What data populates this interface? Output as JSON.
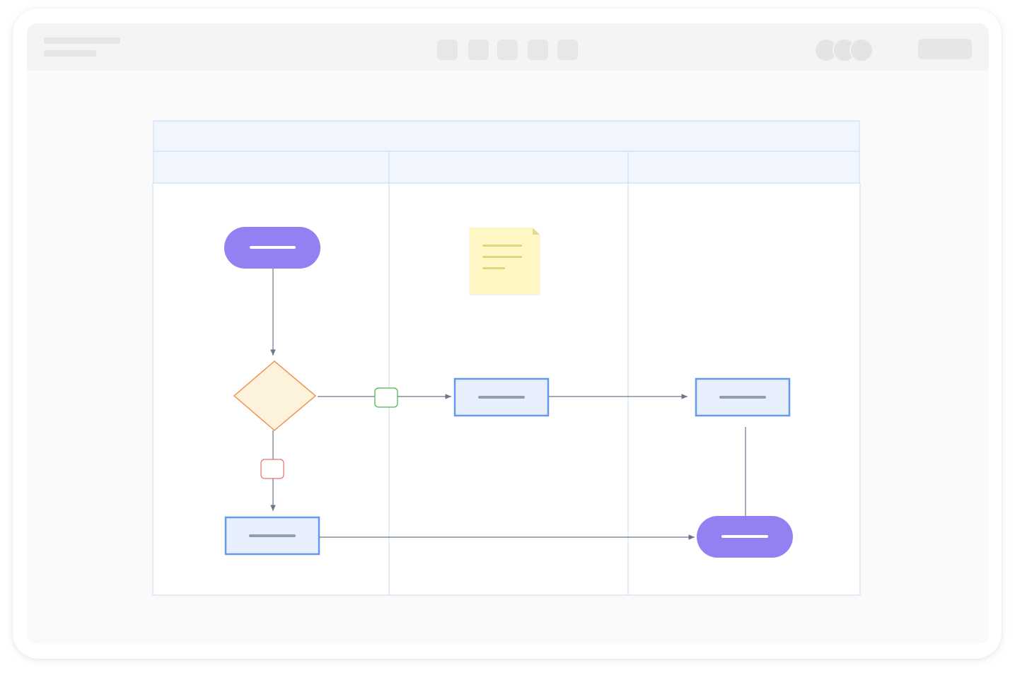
{
  "app": {
    "title": "",
    "subtitle": "",
    "toolbar": {
      "tools": [
        "tool-1",
        "tool-2",
        "tool-3",
        "tool-4",
        "tool-5"
      ],
      "collaborators": [
        "collaborator-1",
        "collaborator-2",
        "collaborator-3"
      ],
      "share_label": ""
    }
  },
  "diagram": {
    "type": "swimlane-flowchart",
    "pool_title": "",
    "lanes": [
      {
        "id": "lane-1",
        "label": ""
      },
      {
        "id": "lane-2",
        "label": ""
      },
      {
        "id": "lane-3",
        "label": ""
      }
    ],
    "nodes": [
      {
        "id": "start",
        "shape": "terminal",
        "lane": "lane-1",
        "label": ""
      },
      {
        "id": "decision",
        "shape": "diamond",
        "lane": "lane-1",
        "label": ""
      },
      {
        "id": "process-a",
        "shape": "process",
        "lane": "lane-2",
        "label": ""
      },
      {
        "id": "process-b",
        "shape": "process",
        "lane": "lane-3",
        "label": ""
      },
      {
        "id": "process-c",
        "shape": "process",
        "lane": "lane-1",
        "label": ""
      },
      {
        "id": "end",
        "shape": "terminal",
        "lane": "lane-3",
        "label": ""
      },
      {
        "id": "note",
        "shape": "sticky-note",
        "lane": "lane-2",
        "label": ""
      }
    ],
    "edges": [
      {
        "from": "start",
        "to": "decision",
        "label": ""
      },
      {
        "from": "decision",
        "to": "process-a",
        "label": "",
        "label_color": "#4caf50"
      },
      {
        "from": "decision",
        "to": "process-c",
        "label": "",
        "label_color": "#e57373"
      },
      {
        "from": "process-a",
        "to": "process-b",
        "label": ""
      },
      {
        "from": "process-b",
        "to": "end",
        "label": ""
      },
      {
        "from": "process-c",
        "to": "end",
        "label": ""
      }
    ],
    "colors": {
      "terminal": "#9281f2",
      "decision_fill": "#fdf2dc",
      "decision_stroke": "#ef9a5a",
      "process_fill": "#e8effc",
      "process_stroke": "#6699ee",
      "note_fill": "#fef6c3",
      "lane_header": "#f0f5fe",
      "lane_border": "#c9d9f5",
      "connector": "#6b7689",
      "yes_label": "#4caf50",
      "no_label": "#e57373"
    }
  }
}
